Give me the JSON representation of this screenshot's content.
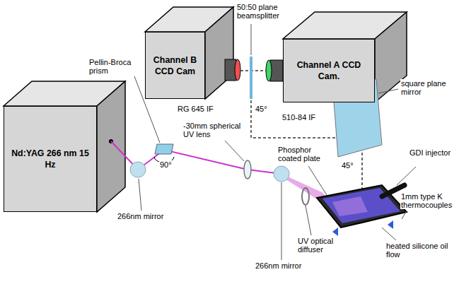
{
  "diagram": {
    "nodes": [
      {
        "text": [
          "Nd:YAG 266 nm 15 Hz"
        ]
      },
      {
        "text": [
          "Channel B CCD Cam"
        ]
      },
      {
        "text": [
          "Channel A CCD Cam."
        ]
      }
    ],
    "labels": [
      "50:50 plane beamsplitter",
      "RG 645 IF",
      "510-84 IF",
      "45°",
      "square plane mirror",
      "Pellin-Broca prism",
      "90°",
      "-30mm spherical UV lens",
      "266nm mirror",
      "266nm mirror",
      "Phosphor coated plate",
      "45°",
      "GDI injector",
      "UV optical diffuser",
      "1mm type K thermocouples",
      "heated silicone oil flow"
    ]
  }
}
